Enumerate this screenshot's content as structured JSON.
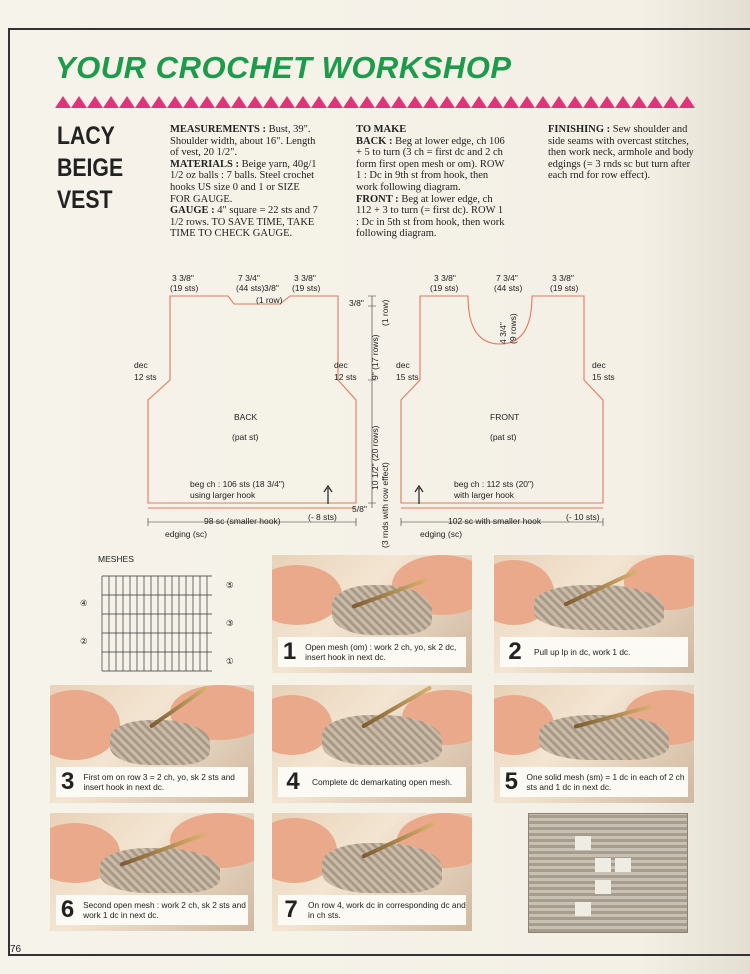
{
  "header": {
    "title": "YOUR CROCHET WORKSHOP"
  },
  "project": {
    "title_line1": "LACY",
    "title_line2": "BEIGE",
    "title_line3": "VEST"
  },
  "columns": {
    "c1": {
      "measurements_label": "MEASUREMENTS :",
      "measurements_text": "Bust, 39\". Shoulder width, about 16\". Length of vest, 20 1/2\".",
      "materials_label": "MATERIALS :",
      "materials_text": "Beige yarn, 40g/1 1/2 oz balls : 7 balls. Steel crochet hooks US size 0 and 1 or SIZE FOR GAUGE.",
      "gauge_label": "GAUGE :",
      "gauge_text": "4\" square = 22 sts and 7 1/2 rows. TO SAVE TIME, TAKE TIME TO CHECK GAUGE."
    },
    "c2": {
      "heading": "TO MAKE",
      "back_label": "BACK :",
      "back_text": "Beg at lower edge, ch 106 + 5 to turn (3 ch = first dc and 2 ch form first open mesh or om). ROW 1 : Dc in 9th st from hook, then work following diagram.",
      "front_label": "FRONT :",
      "front_text": "Beg at lower edge, ch 112 + 3 to turn (= first dc). ROW 1 : Dc in 5th st from hook, then work following diagram."
    },
    "c3": {
      "finishing_label": "FINISHING :",
      "finishing_text": "Sew shoulder and side seams with overcast stitches, then work neck, armhole and body edgings (= 3 rnds sc but turn after each rnd for row effect)."
    }
  },
  "diagram": {
    "back": {
      "label": "BACK",
      "pat": "(pat st)",
      "top_left": "3 3/8\"",
      "top_left_sts": "(19 sts)",
      "top_mid": "7 3/4\"",
      "top_mid_sts": "(44 sts)",
      "top_mid_extra": "3/8\"",
      "top_right": "3 3/8\"",
      "top_right_sts": "(19 sts)",
      "one_row": "(1 row)",
      "dec_left": "dec",
      "dec_left_sts": "12 sts",
      "dec_right": "dec",
      "dec_right_sts": "12 sts",
      "beg_ch": "beg ch : 106 sts (18 3/4\")",
      "beg_ch2": "using larger hook",
      "eight_sts": "(- 8 sts)",
      "bottom": "98 sc (smaller hook)",
      "edging": "edging (sc)"
    },
    "vertical": {
      "a": "3/8\"",
      "a_rows": "(1 row)",
      "b": "9\" (17 rows)",
      "c": "10 1/2\" (20 rows)",
      "d": "5/8\"",
      "e": "(3 rnds with row effect)"
    },
    "front": {
      "label": "FRONT",
      "pat": "(pat st)",
      "top_left": "3 3/8\"",
      "top_left_sts": "(19 sts)",
      "top_mid": "7 3/4\"",
      "top_mid_sts": "(44 sts)",
      "top_right": "3 3/8\"",
      "top_right_sts": "(19 sts)",
      "neck": "4 3/4\"",
      "neck_rows": "(9 rows)",
      "dec_left": "dec",
      "dec_left_sts": "15 sts",
      "dec_right": "dec",
      "dec_right_sts": "15 sts",
      "beg_ch": "beg ch : 112 sts (20\")",
      "beg_ch2": "with larger hook",
      "ten_sts": "(- 10 sts)",
      "bottom": "102 sc with smaller hook",
      "edging": "edging (sc)"
    },
    "meshes": {
      "label": "MESHES",
      "r1": "①",
      "r2": "②",
      "r3": "③",
      "r4": "④",
      "r5": "⑤"
    }
  },
  "steps": [
    {
      "num": "1",
      "text": "Open mesh (om) : work 2 ch, yo, sk 2 dc, insert hook in next dc."
    },
    {
      "num": "2",
      "text": "Pull up lp in dc, work 1 dc."
    },
    {
      "num": "3",
      "text": "First om on row 3 = 2 ch, yo, sk 2 sts and insert hook in next dc."
    },
    {
      "num": "4",
      "text": "Complete dc demarkating open mesh."
    },
    {
      "num": "5",
      "text": "One solid mesh (sm) = 1 dc in each of 2 ch sts and 1 dc in next dc."
    },
    {
      "num": "6",
      "text": "Second open mesh : work 2 ch, sk 2 sts and work 1 dc in next dc."
    },
    {
      "num": "7",
      "text": "On row 4, work dc in corresponding dc and in ch sts."
    }
  ],
  "footer": {
    "page": "76"
  },
  "colors": {
    "title": "#1d9a4a",
    "zigzag": "#e2337a"
  }
}
